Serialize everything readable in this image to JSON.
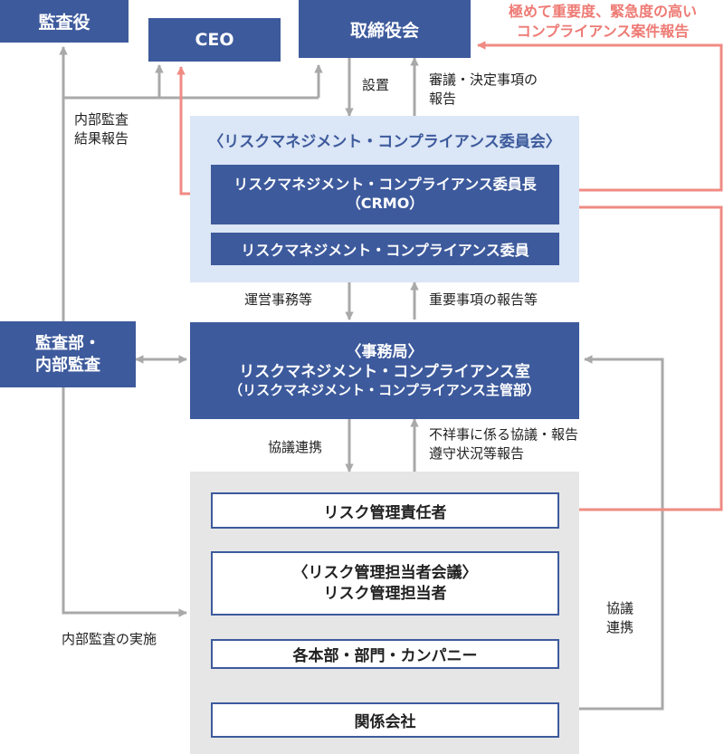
{
  "colors": {
    "navy": "#3d5a9c",
    "gray_line": "#a9a9a9",
    "red_line": "#f08b84",
    "blue_panel": "#dbe6f6",
    "gray_panel": "#e6e6e6"
  },
  "nodes": {
    "kansayaku": "監査役",
    "ceo": "CEO",
    "board": "取締役会",
    "committee_title": "〈リスクマネジメント・コンプライアンス委員会〉",
    "chair_line1": "リスクマネジメント・コンプライアンス委員長",
    "chair_line2": "（CRMO）",
    "member": "リスクマネジメント・コンプライアンス委員",
    "audit_line1": "監査部・",
    "audit_line2": "内部監査",
    "office_line1": "〈事務局〉",
    "office_line2": "リスクマネジメント・コンプライアンス室",
    "office_line3": "（リスクマネジメント・コンプライアンス主管部）",
    "risk_officer": "リスク管理責任者",
    "managers_line1": "〈リスク管理担当者会議〉",
    "managers_line2": "リスク管理担当者",
    "divisions": "各本部・部門・カンパニー",
    "affiliates": "関係会社"
  },
  "labels": {
    "red_note_line1": "極めて重要度、緊急度の高い",
    "red_note_line2": "コンプライアンス案件報告",
    "establish": "設置",
    "deliberation_line1": "審議・決定事項の",
    "deliberation_line2": "報告",
    "internal_audit_report_line1": "内部監査",
    "internal_audit_report_line2": "結果報告",
    "operations": "運営事務等",
    "important_reports": "重要事項の報告等",
    "cooperation": "協議連携",
    "scandal_line1": "不祥事に係る協議・報告",
    "scandal_line2": "遵守状況等報告",
    "internal_audit_exec": "内部監査の実施",
    "coop_right_line1": "協議",
    "coop_right_line2": "連携"
  }
}
